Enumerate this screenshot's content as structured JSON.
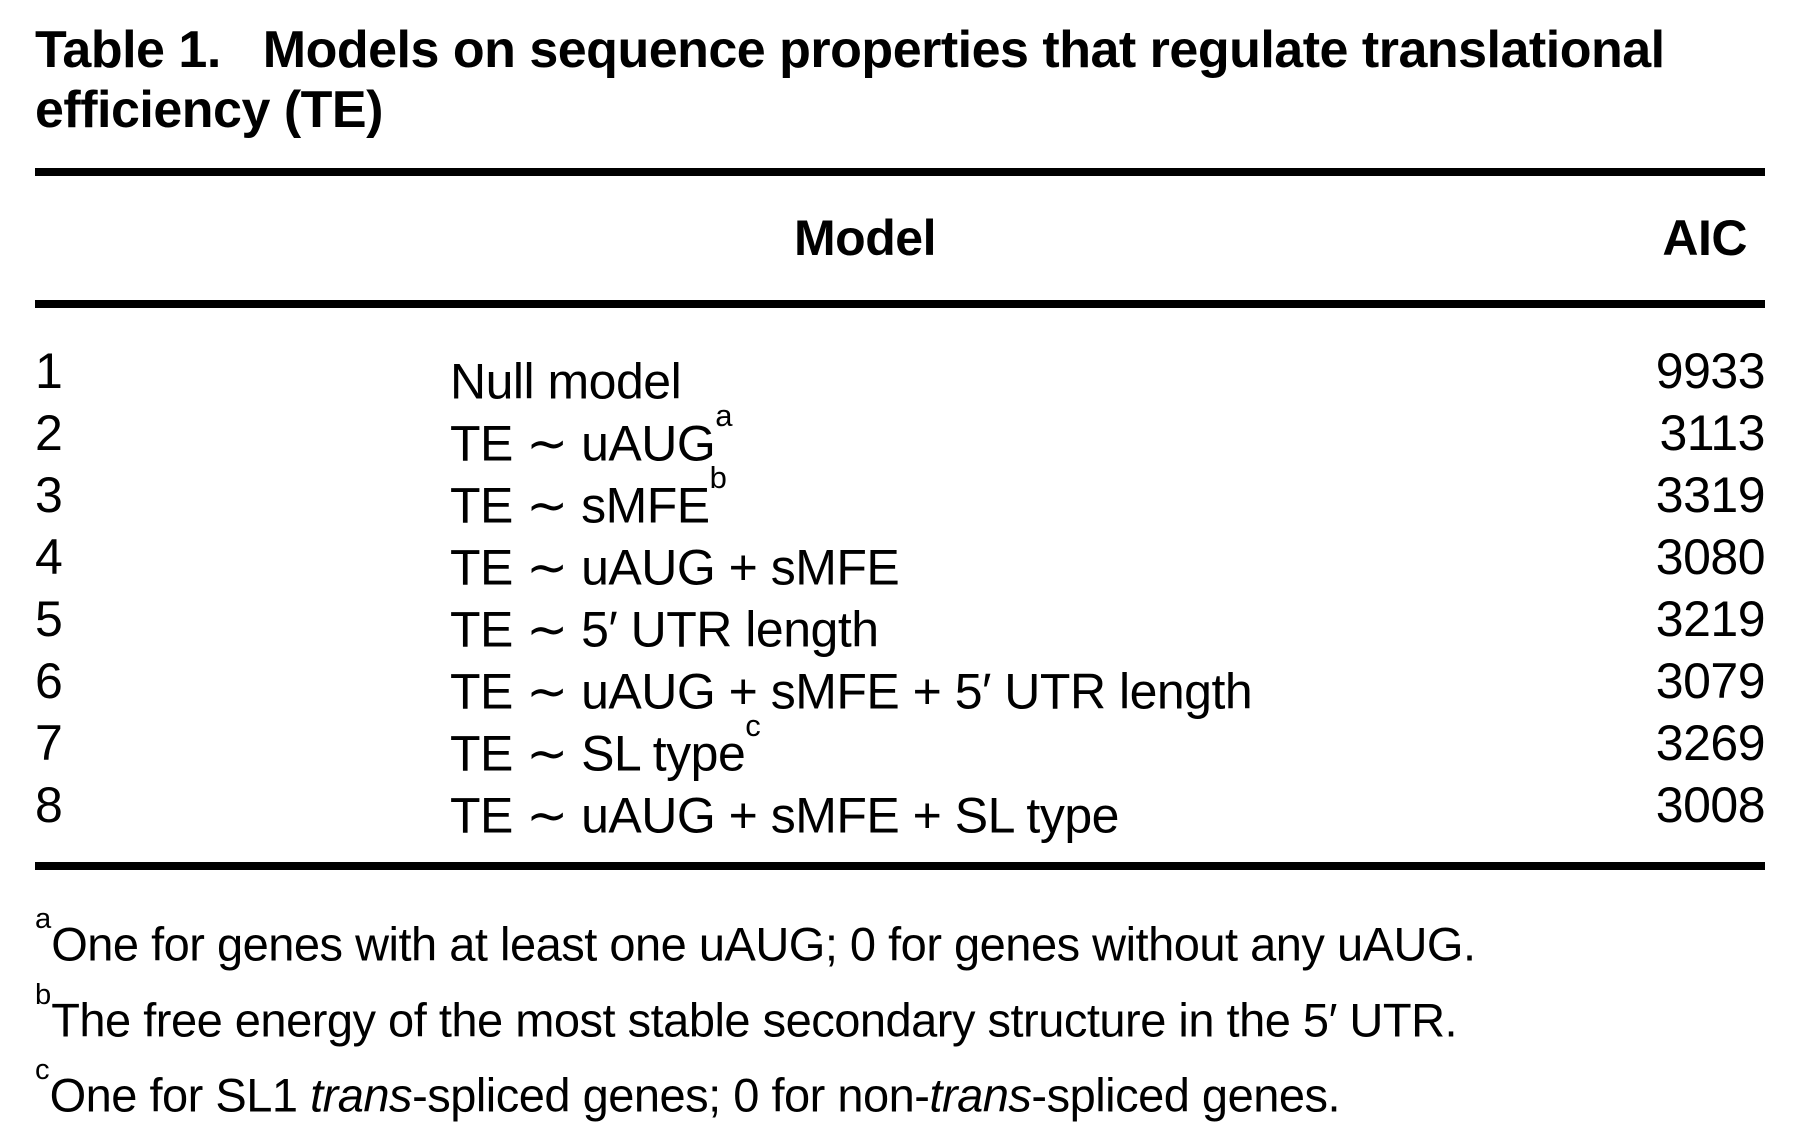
{
  "title": {
    "label": "Table 1.",
    "line1": "Models on sequence properties that regulate translational",
    "line2": "efficiency (TE)"
  },
  "table": {
    "columns": {
      "model": "Model",
      "aic": "AIC"
    },
    "rows": [
      {
        "num": "1",
        "model": "Null model",
        "aic": "9933"
      },
      {
        "num": "2",
        "model": "TE ∼ uAUG",
        "sup": "a",
        "aic": "3113"
      },
      {
        "num": "3",
        "model": "TE ∼ sMFE",
        "sup": "b",
        "aic": "3319"
      },
      {
        "num": "4",
        "model": "TE ∼ uAUG + sMFE",
        "aic": "3080"
      },
      {
        "num": "5",
        "model": "TE ∼ 5′ UTR length",
        "aic": "3219"
      },
      {
        "num": "6",
        "model": "TE ∼ uAUG + sMFE + 5′ UTR length",
        "aic": "3079"
      },
      {
        "num": "7",
        "model": "TE ∼ SL type",
        "sup": "c",
        "aic": "3269"
      },
      {
        "num": "8",
        "model": "TE ∼ uAUG + sMFE + SL type",
        "aic": "3008"
      }
    ]
  },
  "footnotes": [
    {
      "sup": "a",
      "text": "One for genes with at least one uAUG; 0 for genes without any uAUG."
    },
    {
      "sup": "b",
      "text": "The free energy of the most stable secondary structure in the 5′ UTR."
    },
    {
      "sup": "c",
      "t1": "One for SL1 ",
      "i1": "trans",
      "t2": "-spliced genes; 0 for non-",
      "i2": "trans",
      "t3": "-spliced genes."
    }
  ],
  "colors": {
    "text": "#000000",
    "background": "#ffffff",
    "rule": "#000000"
  }
}
